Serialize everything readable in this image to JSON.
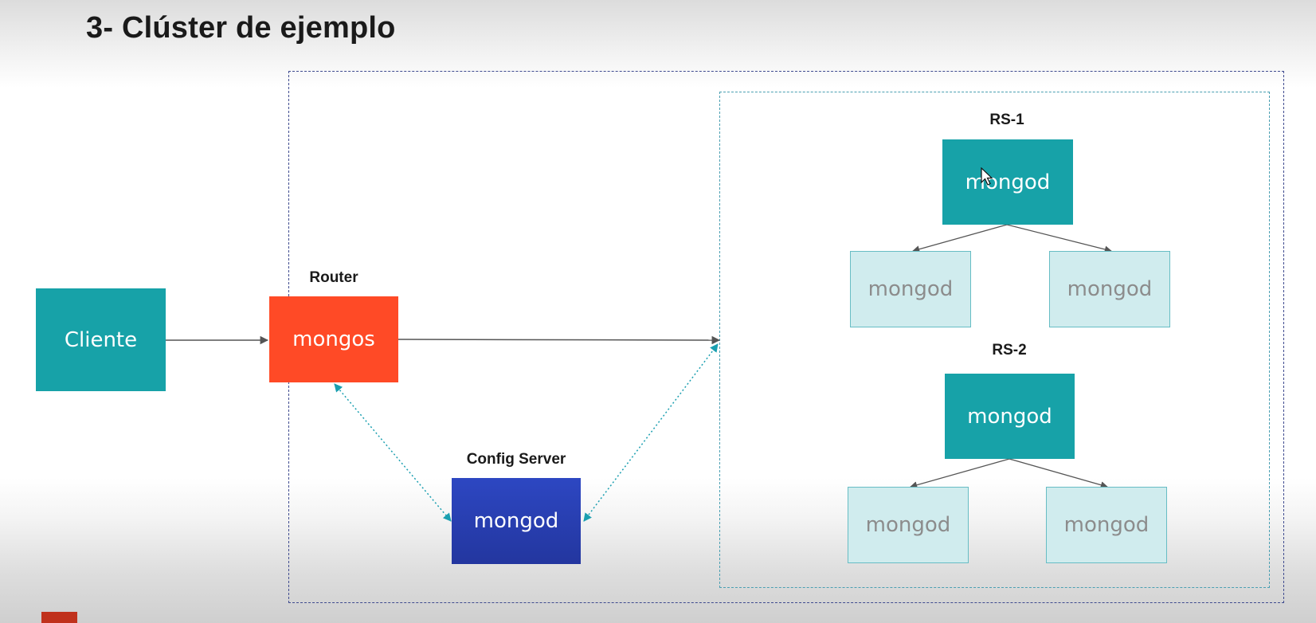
{
  "slide": {
    "title": "3- Clúster de ejemplo"
  },
  "labels": {
    "router": "Router",
    "config_server": "Config Server",
    "rs1": "RS-1",
    "rs2": "RS-2"
  },
  "nodes": {
    "client": "Cliente",
    "router": "mongos",
    "config": "mongod",
    "rs1_primary": "mongod",
    "rs1_secondary_left": "mongod",
    "rs1_secondary_right": "mongod",
    "rs2_primary": "mongod",
    "rs2_secondary_left": "mongod",
    "rs2_secondary_right": "mongod"
  },
  "colors": {
    "teal": "#17a2a8",
    "router_red": "#ff4a26",
    "config_blue": "#2d47c2",
    "secondary_fill": "#d0ecee",
    "cluster_border": "#3f4b8f",
    "shard_border": "#4a9fb2"
  }
}
